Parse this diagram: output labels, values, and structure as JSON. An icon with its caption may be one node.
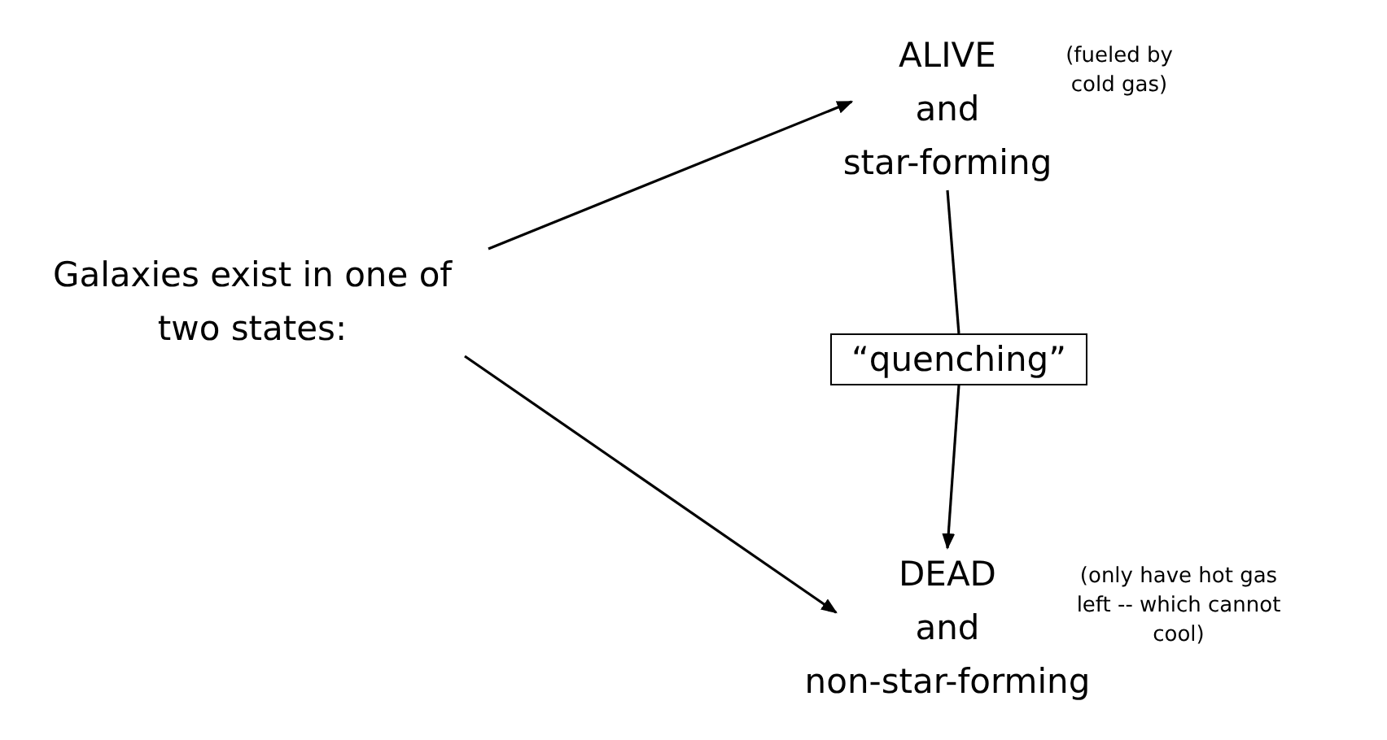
{
  "diagram": {
    "nodes": [
      {
        "text": [
          "Galaxies exist in one of two states:"
        ]
      },
      {
        "text": [
          "ALIVE and star-forming"
        ],
        "beside": [
          "(fueled by cold gas)"
        ]
      },
      {
        "text": [
          "“quenching”"
        ]
      },
      {
        "text": [
          "DEAD and non-star-forming"
        ],
        "beside": [
          "(only have hot gas left -- which cannot cool)"
        ]
      }
    ],
    "edges": [
      {
        "from": 0,
        "to": 1,
        "arrow": "to"
      },
      {
        "from": 0,
        "to": 3,
        "arrow": "to"
      },
      {
        "from": 1,
        "to": 2,
        "arrow": "none"
      },
      {
        "from": 2,
        "to": 3,
        "arrow": "to"
      }
    ]
  }
}
